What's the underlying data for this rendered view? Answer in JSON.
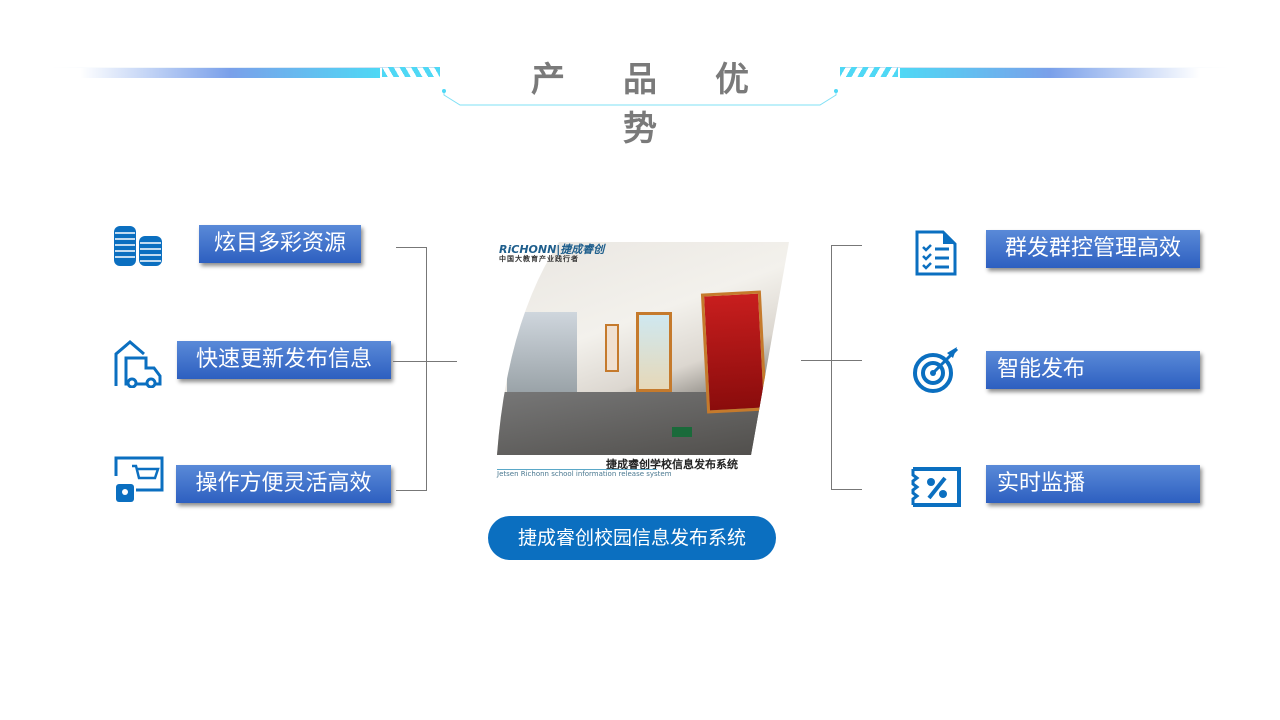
{
  "title": "产品优势",
  "left_features": [
    {
      "label": "炫目多彩资源",
      "icon": "coins-stack-icon"
    },
    {
      "label": "快速更新发布信息",
      "icon": "delivery-truck-icon"
    },
    {
      "label": "操作方便灵活高效",
      "icon": "shopping-cart-lock-icon"
    }
  ],
  "right_features": [
    {
      "label": "群发群控管理高效",
      "icon": "checklist-icon"
    },
    {
      "label": "智能发布",
      "icon": "target-icon"
    },
    {
      "label": "实时监播",
      "icon": "percent-ticket-icon"
    }
  ],
  "center": {
    "logo_text": "RiCHONN|捷成睿创",
    "logo_slogan": "中国大教育产业践行者",
    "image_caption": "捷成睿创学校信息发布系统",
    "image_caption_en": "Jetsen Richonn school information release system",
    "pill_label": "捷成睿创校园信息发布系统"
  },
  "colors": {
    "accent": "#0b6fc0",
    "box": "#3a6cc8",
    "title": "#7a7a7a",
    "cyan": "#4fd8f5"
  }
}
